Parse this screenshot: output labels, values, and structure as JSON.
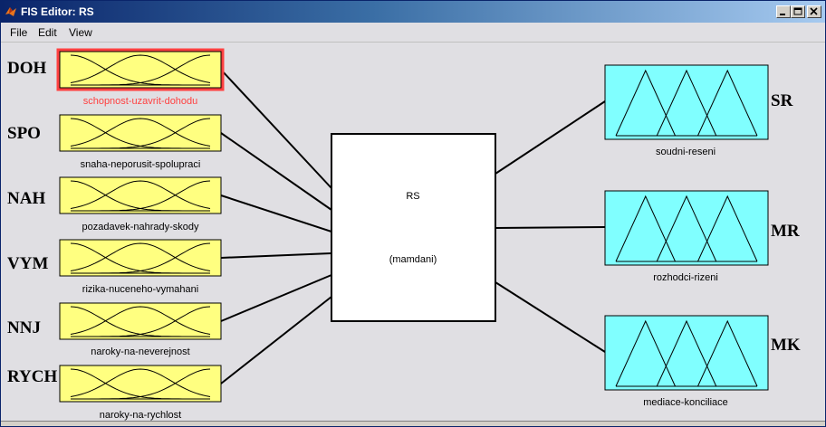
{
  "window": {
    "title": "FIS Editor: RS",
    "controls": [
      "minimize",
      "maximize",
      "close"
    ]
  },
  "menu": [
    "File",
    "Edit",
    "View"
  ],
  "system": {
    "name": "RS",
    "type": "(mamdani)"
  },
  "inputs": [
    {
      "abbr": "DOH",
      "name": "schopnost-uzavrit-dohodu",
      "selected": true
    },
    {
      "abbr": "SPO",
      "name": "snaha-neporusit-spolupraci",
      "selected": false
    },
    {
      "abbr": "NAH",
      "name": "pozadavek-nahrady-skody",
      "selected": false
    },
    {
      "abbr": "VYM",
      "name": "rizika-nuceneho-vymahani",
      "selected": false
    },
    {
      "abbr": "NNJ",
      "name": "naroky-na-neverejnost",
      "selected": false
    },
    {
      "abbr": "RYCH",
      "name": "naroky-na-rychlost",
      "selected": false
    }
  ],
  "outputs": [
    {
      "abbr": "SR",
      "name": "soudni-reseni"
    },
    {
      "abbr": "MR",
      "name": "rozhodci-rizeni"
    },
    {
      "abbr": "MK",
      "name": "mediace-konciliace"
    }
  ],
  "colors": {
    "input_box": "#ffff80",
    "output_box": "#80ffff",
    "selected_border": "#ff4040",
    "selected_text": "#ff4040"
  },
  "icons": {
    "app": "matlab-icon"
  }
}
